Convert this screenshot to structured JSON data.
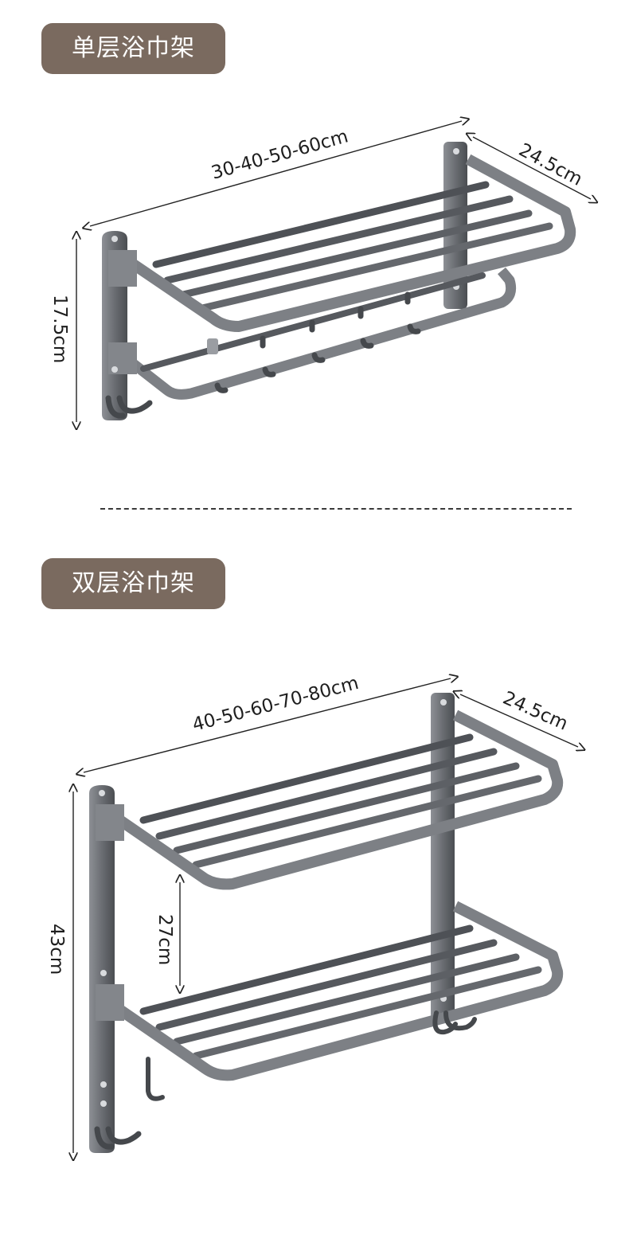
{
  "sections": [
    {
      "title": "单层浴巾架",
      "dimensions": {
        "width": "30-40-50-60cm",
        "depth": "24.5cm",
        "height": "17.5cm"
      }
    },
    {
      "title": "双层浴巾架",
      "dimensions": {
        "width": "40-50-60-70-80cm",
        "depth": "24.5cm",
        "height": "43cm",
        "shelf_gap": "27cm"
      }
    }
  ],
  "colors": {
    "badge": "#7a6a5f",
    "metal": "#6b6e73"
  }
}
